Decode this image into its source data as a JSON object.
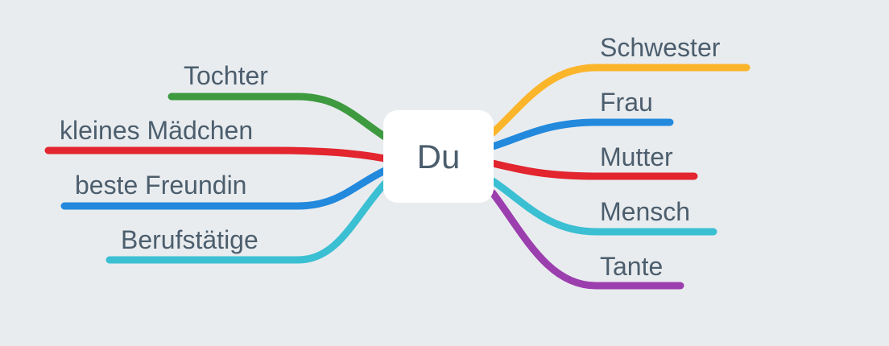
{
  "center": {
    "label": "Du"
  },
  "branches": [
    {
      "id": "tochter",
      "label": "Tochter",
      "color": "#3d9a3f"
    },
    {
      "id": "kleines-maedchen",
      "label": "kleines Mädchen",
      "color": "#e2252e"
    },
    {
      "id": "beste-freundin",
      "label": "beste Freundin",
      "color": "#2289dd"
    },
    {
      "id": "berufstaetige",
      "label": "Berufstätige",
      "color": "#3bbfd2"
    },
    {
      "id": "schwester",
      "label": "Schwester",
      "color": "#fbb52b"
    },
    {
      "id": "frau",
      "label": "Frau",
      "color": "#2289dd"
    },
    {
      "id": "mutter",
      "label": "Mutter",
      "color": "#e2252e"
    },
    {
      "id": "mensch",
      "label": "Mensch",
      "color": "#3bbfd2"
    },
    {
      "id": "tante",
      "label": "Tante",
      "color": "#9c3fae"
    }
  ],
  "colors": {
    "background": "#e9ecef",
    "text": "#4c5e6d",
    "center_node": "#ffffff"
  }
}
